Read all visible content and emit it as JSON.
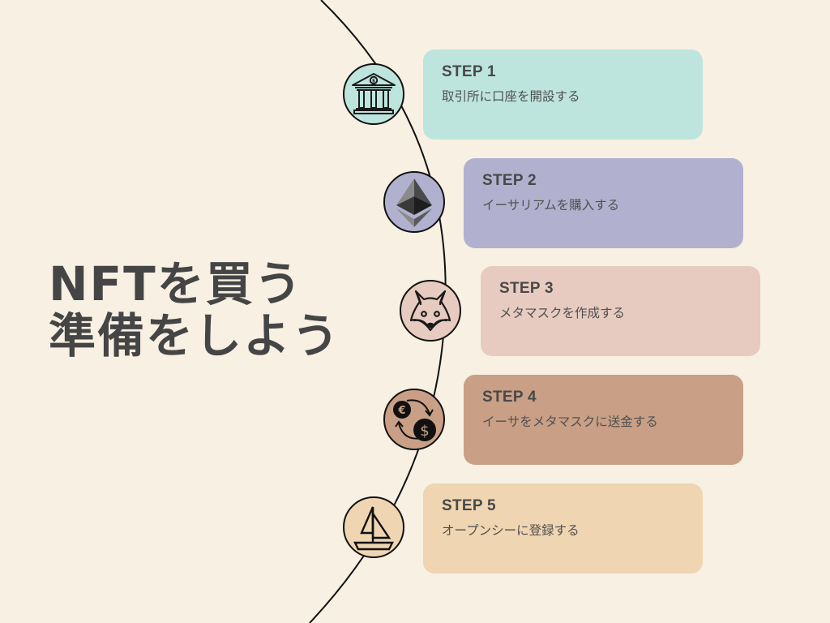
{
  "title": {
    "line1": "NFTを買う",
    "line2": "準備をしよう"
  },
  "colors": {
    "background": "#f7f0e3",
    "text": "#454545",
    "step1": "#bde5dd",
    "step2": "#b1b1cf",
    "step3": "#e7cbc0",
    "step4": "#c99f86",
    "step5": "#efd5b1"
  },
  "steps": [
    {
      "label": "STEP 1",
      "description": "取引所に口座を開設する",
      "icon": "bank-icon"
    },
    {
      "label": "STEP 2",
      "description": "イーサリアムを購入する",
      "icon": "ethereum-icon"
    },
    {
      "label": "STEP 3",
      "description": "メタマスクを作成する",
      "icon": "fox-icon"
    },
    {
      "label": "STEP 4",
      "description": "イーサをメタマスクに送金する",
      "icon": "currency-exchange-icon"
    },
    {
      "label": "STEP 5",
      "description": "オープンシーに登録する",
      "icon": "sailboat-icon"
    }
  ]
}
